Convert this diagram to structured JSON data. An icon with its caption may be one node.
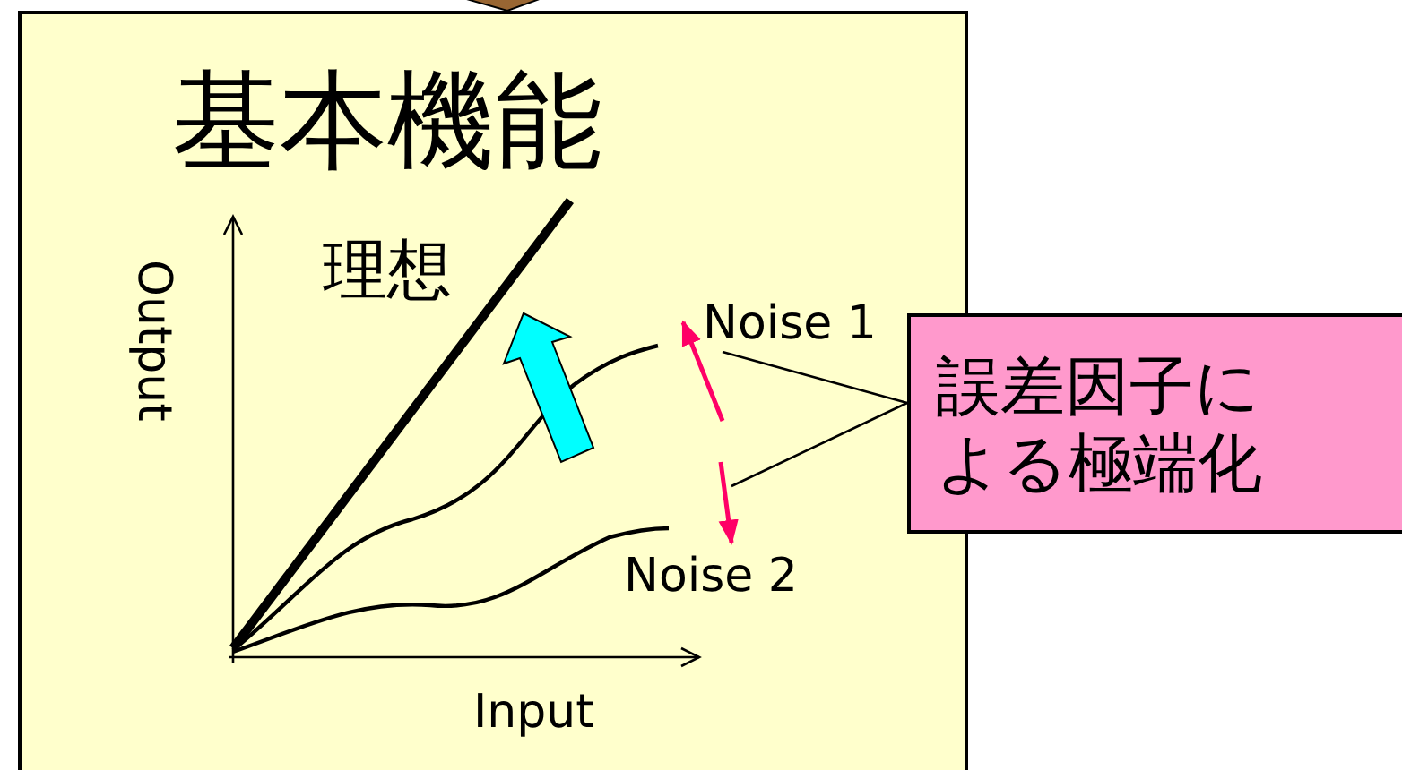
{
  "diagram": {
    "nodes": [
      {
        "text": [
          "基本機能"
        ]
      },
      {
        "text": [
          "誤差因子による極端化"
        ]
      },
      {
        "text": [],
        "shape": "arrow",
        "in": 0
      },
      {
        "text": [],
        "shape": "arrow",
        "in": 0
      }
    ],
    "edges": [
      {
        "from": 1,
        "to": 2,
        "arrow": "none"
      },
      {
        "from": 1,
        "to": 3,
        "arrow": "none"
      },
      {
        "from": null,
        "to": 0,
        "arrow": "to"
      }
    ],
    "labels": [
      "理想",
      "Noise 1",
      "Noise 2",
      "Output",
      "Input"
    ]
  }
}
